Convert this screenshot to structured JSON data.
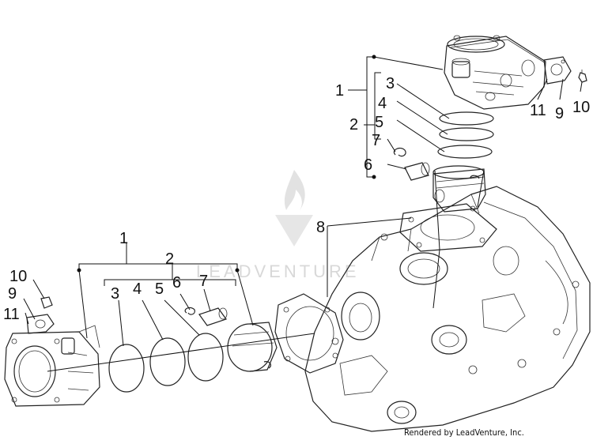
{
  "callouts_upper": {
    "c1": "1",
    "c2": "2",
    "c3": "3",
    "c4": "4",
    "c5": "5",
    "c6": "6",
    "c7": "7",
    "c9": "9",
    "c10": "10",
    "c11": "11"
  },
  "callouts_middle": {
    "c8": "8"
  },
  "callouts_lower": {
    "c1": "1",
    "c2": "2",
    "c3": "3",
    "c4": "4",
    "c5": "5",
    "c6": "6",
    "c7": "7",
    "c9": "9",
    "c10": "10",
    "c11": "11"
  },
  "watermark": {
    "brand": "LEADVENTURE"
  },
  "credit": "Rendered by LeadVenture, Inc."
}
